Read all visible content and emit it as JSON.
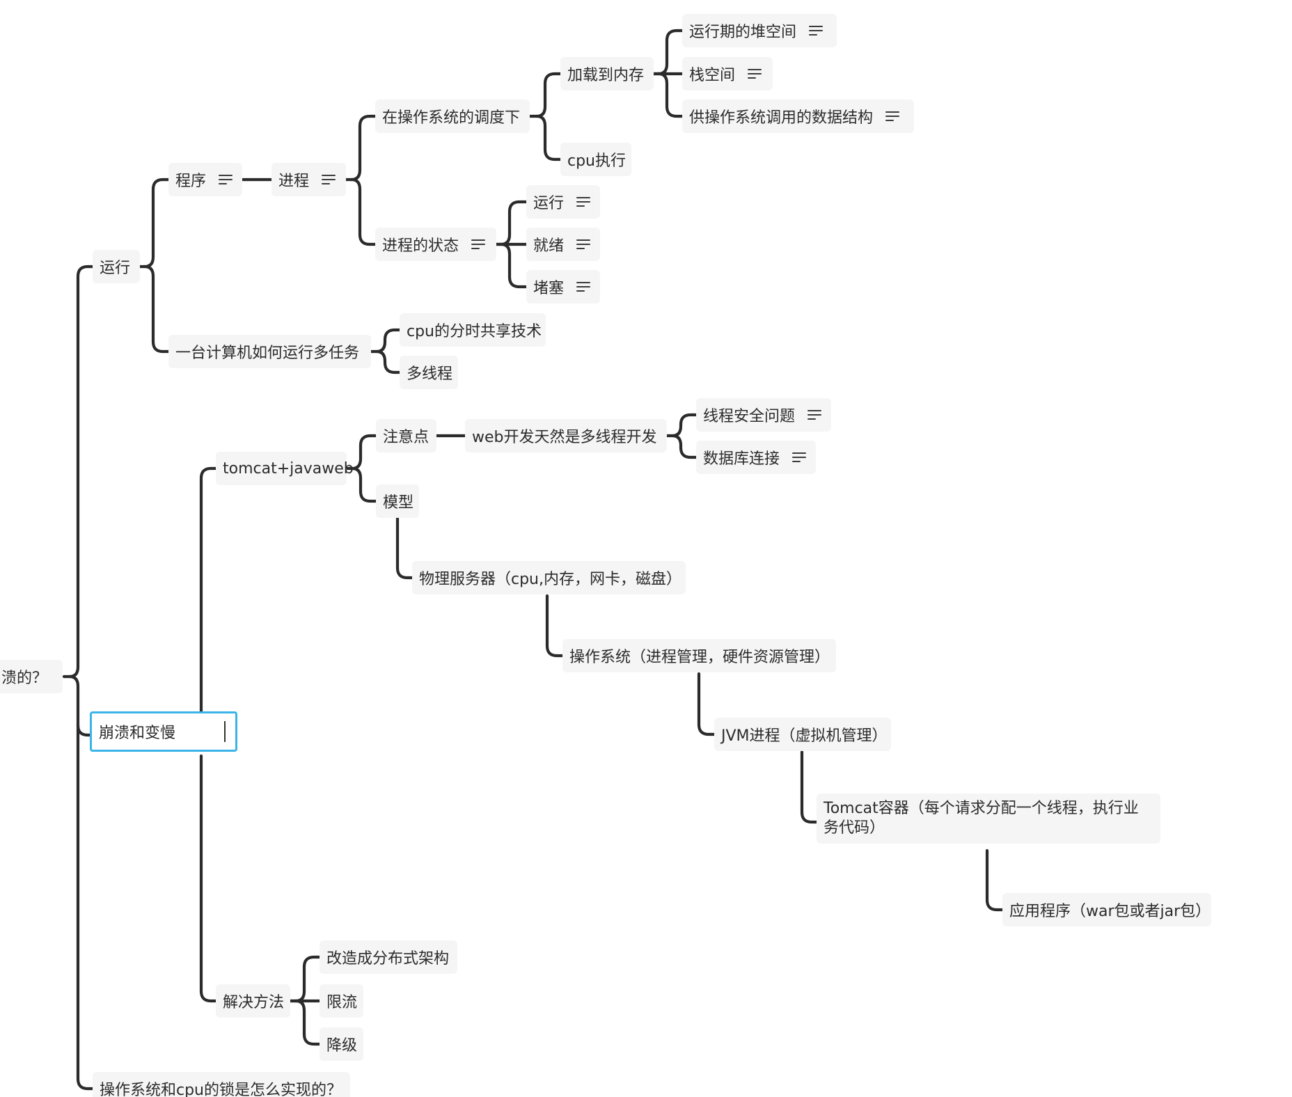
{
  "root": {
    "label": "崩溃的？"
  },
  "nodes": {
    "run": "运行",
    "program": "程序",
    "process": "进程",
    "under_os": "在操作系统的调度下",
    "load_mem": "加载到内存",
    "heap": "运行期的堆空间",
    "stack": "栈空间",
    "os_ds": "供操作系统调用的数据结构",
    "cpu_exec": "cpu执行",
    "proc_state": "进程的状态",
    "s_running": "运行",
    "s_ready": "就绪",
    "s_blocked": "堵塞",
    "multitask": "一台计算机如何运行多任务",
    "timeshare": "cpu的分时共享技术",
    "multithread": "多线程",
    "crash": "崩溃和变慢",
    "tomcat": "tomcat+javaweb",
    "attention": "注意点",
    "webdev": "web开发天然是多线程开发",
    "thread_safe": "线程安全问题",
    "db_conn": "数据库连接",
    "model": "模型",
    "phys": "物理服务器（cpu,内存，网卡，磁盘）",
    "os": "操作系统（进程管理，硬件资源管理）",
    "jvm": "JVM进程（虚拟机管理）",
    "tomcat_c": "Tomcat容器（每个请求分配一个线程，执行业务代码）",
    "app": "应用程序（war包或者jar包）",
    "solution": "解决方法",
    "distributed": "改造成分布式架构",
    "limit": "限流",
    "degrade": "降级",
    "lock": "操作系统和cpu的锁是怎么实现的？"
  },
  "notes_icon": "notes-icon",
  "colors": {
    "line": "#2b2b2b",
    "node_bg": "#f5f5f5",
    "selected_border": "#3ab3e8"
  }
}
